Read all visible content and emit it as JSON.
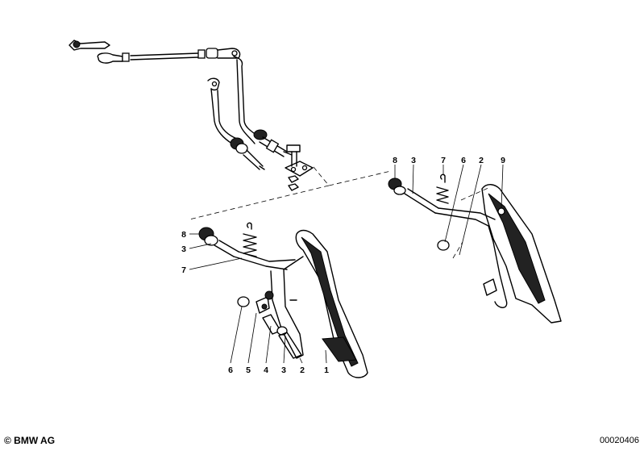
{
  "callouts_lower": [
    "8",
    "3",
    "7",
    "6",
    "5",
    "4",
    "3",
    "2",
    "1"
  ],
  "callouts_upper": [
    "8",
    "3",
    "7",
    "6",
    "2",
    "9"
  ],
  "footer": {
    "copyright": "© BMW AG",
    "diagram_number": "00020406"
  }
}
